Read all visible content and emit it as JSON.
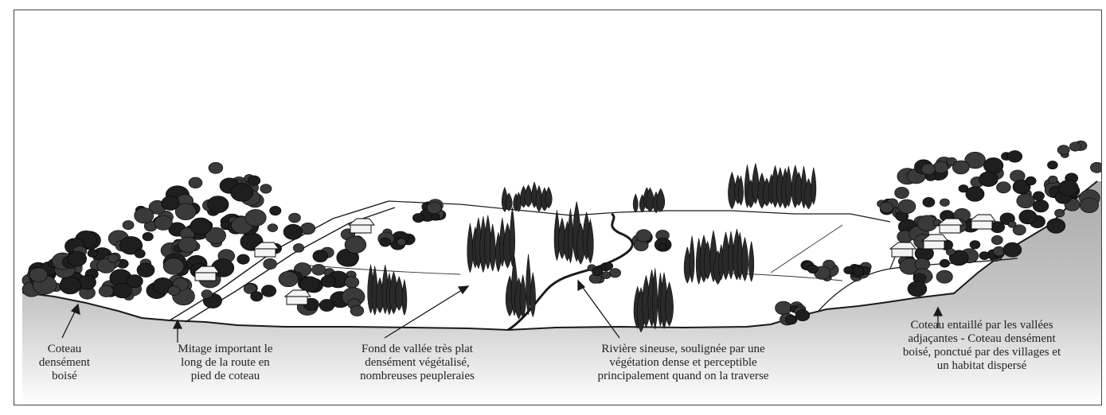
{
  "captions": {
    "left_slope": [
      "Coteau",
      "densément",
      "boisé"
    ],
    "road": [
      "Mitage important le",
      "long de la route en",
      "pied de coteau"
    ],
    "valley_floor": [
      "Fond de vallée très plat",
      "densément végétalisé,",
      "nombreuses peupleraies"
    ],
    "river": [
      "Rivière sineuse, soulignée par une",
      "végétation dense et perceptible",
      "principalement quand on la traverse"
    ],
    "right_slope": [
      "Coteau entaillé par les vallées",
      "adjaçantes - Coteau densément",
      "boisé, ponctué par des villages et",
      "un habitat dispersé"
    ]
  },
  "colors": {
    "ground_shadow": "#b3b3b3",
    "ink": "#1a1a1a"
  }
}
